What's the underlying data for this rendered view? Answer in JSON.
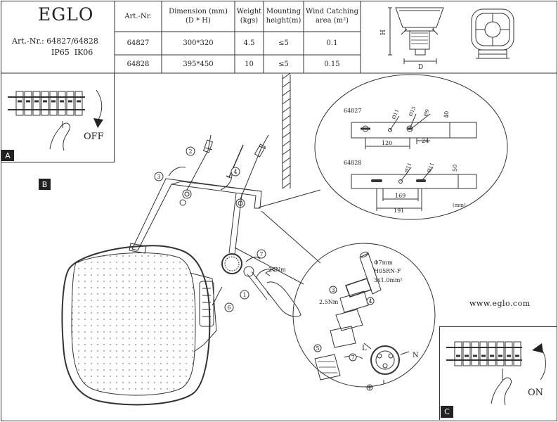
{
  "header": {
    "brand": "EGLO",
    "art_line": "Art.-Nr.: 64827/64828",
    "rating_line": "IP65  IK06"
  },
  "spec_table": {
    "headers": [
      "Art.-Nr.",
      "Dimension (mm)\n(D * H)",
      "Weight\n(kgs)",
      "Mounting\nheight(m)",
      "Wind Catching\narea (m²)"
    ],
    "rows": [
      [
        "64827",
        "300*320",
        "4.5",
        "≤5",
        "0.1"
      ],
      [
        "64828",
        "395*450",
        "10",
        "≤5",
        "0.15"
      ]
    ]
  },
  "dimension_labels": {
    "h": "H",
    "d": "D"
  },
  "panels": {
    "a": {
      "letter": "A",
      "label": "OFF"
    },
    "b": {
      "letter": "B"
    },
    "c": {
      "letter": "C",
      "label": "ON"
    }
  },
  "drill_template": {
    "model_1": "64827",
    "model_2": "64828",
    "m1_holes": [
      "Ø11",
      "Ø15",
      "Ø9"
    ],
    "m1_dims": [
      "120",
      "24",
      "40"
    ],
    "m2_holes": [
      "Ø11",
      "Ø11"
    ],
    "m2_dims": [
      "169",
      "191",
      "50"
    ],
    "unit": "(mm)"
  },
  "cable": {
    "diameter": "Φ7mm",
    "type": "H05RN-F",
    "spec": "3x1.0mm²",
    "torque_gland": "2.5Nm",
    "torque_bracket": "20Nm"
  },
  "terminal_labels": [
    "L",
    "N"
  ],
  "steps": [
    "1",
    "2",
    "3",
    "4",
    "5",
    "6",
    "7"
  ],
  "website": "www.eglo.com"
}
